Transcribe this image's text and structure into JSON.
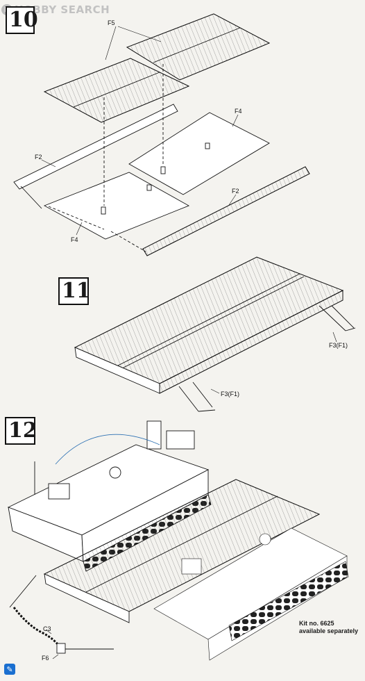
{
  "watermark": {
    "logo_letter": "H",
    "text": "HOBBY SEARCH"
  },
  "steps": {
    "s10": "10",
    "s11": "11",
    "s12": "12"
  },
  "labels": {
    "f5": "F5",
    "f4_top": "F4",
    "f2_left": "F2",
    "f2_right": "F2",
    "f4_bottom": "F4",
    "f3_upper": "F3(F1)",
    "f3_lower": "F3(F1)",
    "c3": "C3",
    "f6": "F6"
  },
  "kit_note": {
    "line1": "Kit no. 6625",
    "line2": "available separately"
  },
  "icons": {
    "edit": "pencil-icon"
  }
}
